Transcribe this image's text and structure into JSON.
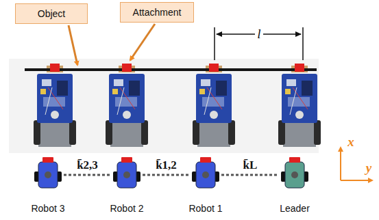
{
  "diagram": {
    "nodes": [
      {
        "text": [
          "Object"
        ]
      },
      {
        "text": [
          "Attachment"
        ]
      },
      {
        "text": [
          "Robot 3"
        ]
      },
      {
        "text": [
          "Robot 2"
        ]
      },
      {
        "text": [
          "Robot 1"
        ]
      },
      {
        "text": [
          "Leader"
        ]
      }
    ],
    "edges": [
      {
        "from": 2,
        "to": 3,
        "arrow": "none",
        "label": "k̄2,3"
      },
      {
        "from": 3,
        "to": 4,
        "arrow": "none",
        "label": "k̄1,2"
      },
      {
        "from": 4,
        "to": 5,
        "arrow": "none",
        "label": "k̄L"
      }
    ],
    "labels": [
      "l",
      "x",
      "y"
    ]
  }
}
